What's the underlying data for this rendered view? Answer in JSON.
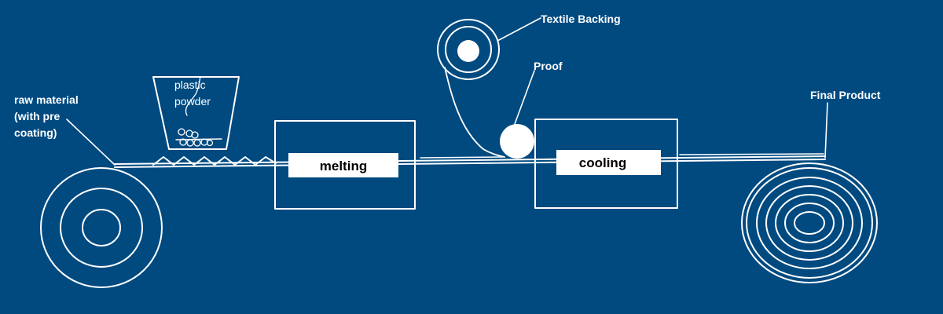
{
  "colors": {
    "background": "#004a80",
    "line": "#ffffff",
    "label_box_text": "#000000"
  },
  "labels": {
    "raw_material_1": "raw material",
    "raw_material_2": "(with pre",
    "raw_material_3": "coating)",
    "plastic_1": "plastic",
    "plastic_2": "powder",
    "melting": "melting",
    "textile_backing": "Textile Backing",
    "proof": "Proof",
    "cooling": "cooling",
    "final_product": "Final Product"
  }
}
